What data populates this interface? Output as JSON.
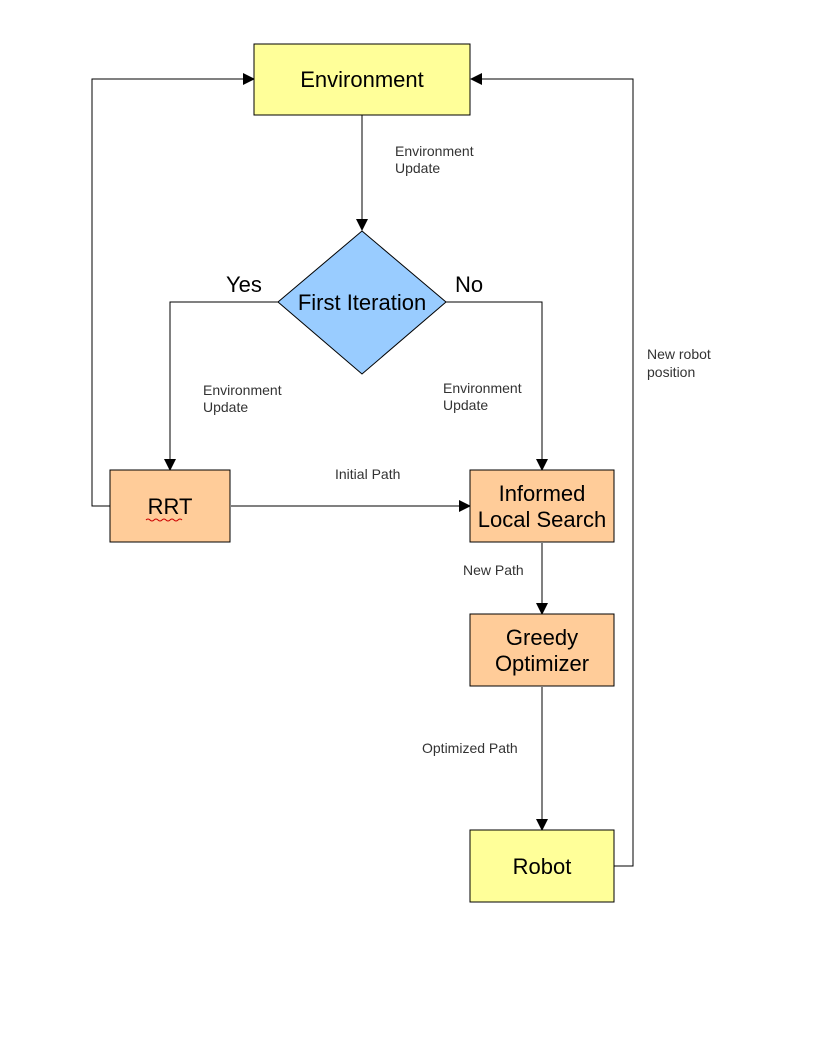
{
  "colors": {
    "terminal_fill": "#ffff99",
    "process_fill": "#ffcc99",
    "decision_fill": "#99ccff",
    "line": "#000000",
    "squiggle": "#cc0000"
  },
  "nodes": {
    "environment": "Environment",
    "decision": "First Iteration",
    "rrt": "RRT",
    "local_search": [
      "Informed",
      "Local Search"
    ],
    "optimizer": [
      "Greedy",
      "Optimizer"
    ],
    "robot": "Robot"
  },
  "branches": {
    "yes": "Yes",
    "no": "No"
  },
  "edges": {
    "env_update_top": [
      "Environment",
      "Update"
    ],
    "env_update_left": [
      "Environment",
      "Update"
    ],
    "env_update_right": [
      "Environment",
      "Update"
    ],
    "initial_path": "Initial Path",
    "new_path": "New Path",
    "optimized_path": "Optimized Path",
    "new_robot_position": [
      "New robot",
      "position"
    ]
  }
}
